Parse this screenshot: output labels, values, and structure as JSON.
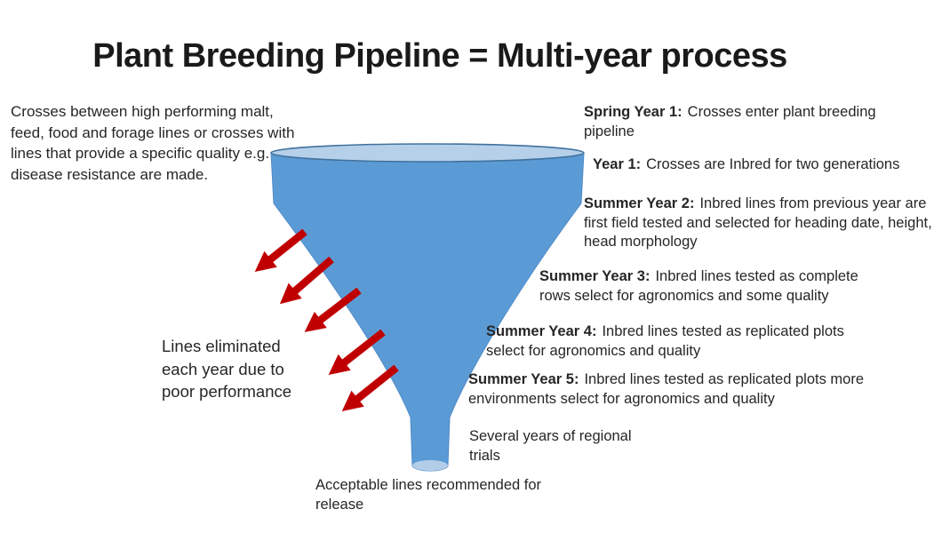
{
  "slide": {
    "title": "Plant Breeding Pipeline = Multi-year process"
  },
  "colors": {
    "text_color": "#262626",
    "funnel_body": "#5b9bd5",
    "funnel_body_edge": "#4e8ac8",
    "funnel_top": "#b6d0ea",
    "funnel_bottom": "#b3cde8",
    "funnel_rim": "#41719c",
    "arrow_color": "#c00000"
  },
  "left_note": {
    "text": "Crosses between high performing malt, feed, food and forage lines or crosses with lines that provide a specific quality e.g. disease resistance are made."
  },
  "eliminated_note": {
    "text": "Lines eliminated each year due to poor performance"
  },
  "icons": {
    "funnel": "funnel-shape",
    "arrows": "red-elimination-arrows"
  },
  "stages": [
    {
      "label": "Spring Year 1:",
      "text": "Crosses enter plant breeding pipeline"
    },
    {
      "label": "Year 1:",
      "text": "Crosses are Inbred for two generations"
    },
    {
      "label": "Summer Year 2:",
      "text": "Inbred lines from previous year are first field tested and selected for heading date, height, head morphology"
    },
    {
      "label": "Summer Year 3:",
      "text": "Inbred lines tested as complete rows select for agronomics and some quality"
    },
    {
      "label": "Summer Year 4:",
      "text": "Inbred lines tested as replicated plots select for agronomics and quality"
    },
    {
      "label": "Summer Year 5:",
      "text": "Inbred lines tested as replicated plots more environments select for agronomics and quality"
    },
    {
      "label": "",
      "text": "Several years of regional trials"
    },
    {
      "label": "",
      "text": "Acceptable lines recommended for release"
    }
  ]
}
